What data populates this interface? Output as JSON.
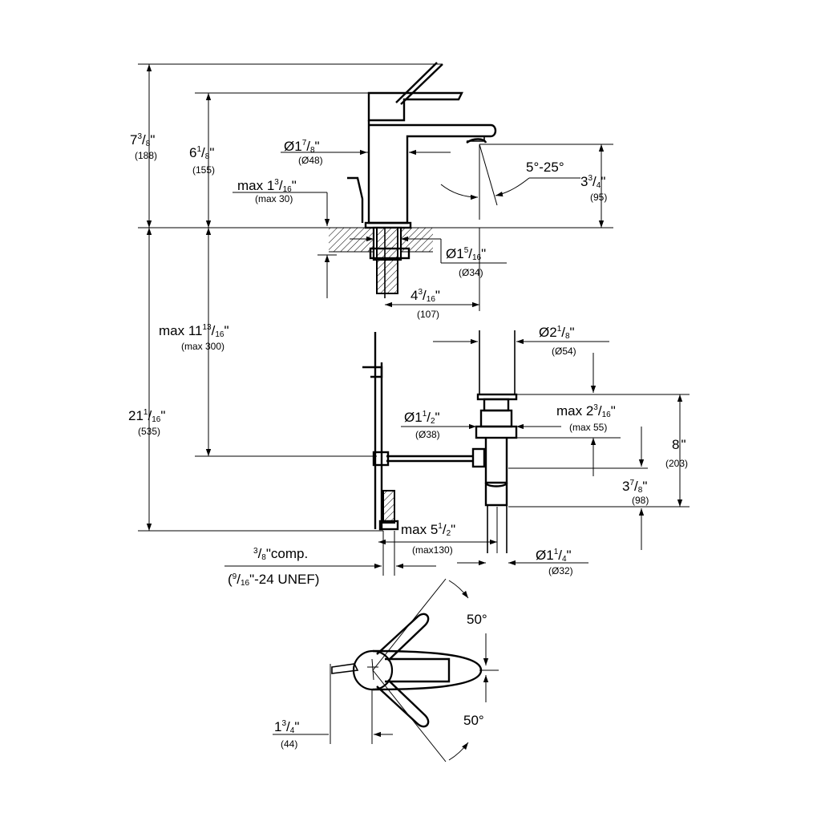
{
  "labels": {
    "d7_3_8": {
      "main": "7",
      "num": "3",
      "sep": "/",
      "den": "8",
      "unit": "\"",
      "mm": "(188)"
    },
    "d6_1_8": {
      "main": "6",
      "num": "1",
      "sep": "/",
      "den": "8",
      "unit": "\"",
      "mm": "(155)"
    },
    "dia1_7_8": {
      "main": "Ø1",
      "num": "7",
      "sep": "/",
      "den": "8",
      "unit": "\"",
      "mm": "(Ø48)"
    },
    "max1_3_16": {
      "main": "max 1",
      "num": "3",
      "sep": "/",
      "den": "16",
      "unit": "\"",
      "mm": "(max 30)"
    },
    "angle_5_25": "5°-25°",
    "d3_3_4": {
      "main": "3",
      "num": "3",
      "sep": "/",
      "den": "4",
      "unit": "\"",
      "mm": "(95)"
    },
    "dia1_5_16": {
      "main": "Ø1",
      "num": "5",
      "sep": "/",
      "den": "16",
      "unit": "\"",
      "mm": "(Ø34)"
    },
    "d4_3_16": {
      "main": "4",
      "num": "3",
      "sep": "/",
      "den": "16",
      "unit": "\"",
      "mm": "(107)"
    },
    "max11_13_16": {
      "main": "max 11",
      "num": "13",
      "sep": "/",
      "den": "16",
      "unit": "\"",
      "mm": "(max 300)"
    },
    "dia2_1_8": {
      "main": "Ø2",
      "num": "1",
      "sep": "/",
      "den": "8",
      "unit": "\"",
      "mm": "(Ø54)"
    },
    "d21_1_16": {
      "main": "21",
      "num": "1",
      "sep": "/",
      "den": "16",
      "unit": "\"",
      "mm": "(535)"
    },
    "dia1_1_2": {
      "main": "Ø1",
      "num": "1",
      "sep": "/",
      "den": "2",
      "unit": "\"",
      "mm": "(Ø38)"
    },
    "max2_3_16": {
      "main": "max 2",
      "num": "3",
      "sep": "/",
      "den": "16",
      "unit": "\"",
      "mm": "(max 55)"
    },
    "d8": {
      "main": "8",
      "unit": "\"",
      "mm": "(203)"
    },
    "d3_7_8": {
      "main": "3",
      "num": "7",
      "sep": "/",
      "den": "8",
      "unit": "\"",
      "mm": "(98)"
    },
    "max5_1_2": {
      "main": "max 5",
      "num": "1",
      "sep": "/",
      "den": "2",
      "unit": "\"",
      "mm": "(max130)"
    },
    "comp": {
      "num": "3",
      "sep": "/",
      "den": "8",
      "text": "\"comp."
    },
    "unef": {
      "open": "(",
      "num": "9",
      "sep": "/",
      "den": "16",
      "text": "\"-24 UNEF)"
    },
    "dia1_1_4": {
      "main": "Ø1",
      "num": "1",
      "sep": "/",
      "den": "4",
      "unit": "\"",
      "mm": "(Ø32)"
    },
    "angle50_top": "50°",
    "angle50_bot": "50°",
    "d1_3_4": {
      "main": "1",
      "num": "3",
      "sep": "/",
      "den": "4",
      "unit": "\"",
      "mm": "(44)"
    }
  }
}
